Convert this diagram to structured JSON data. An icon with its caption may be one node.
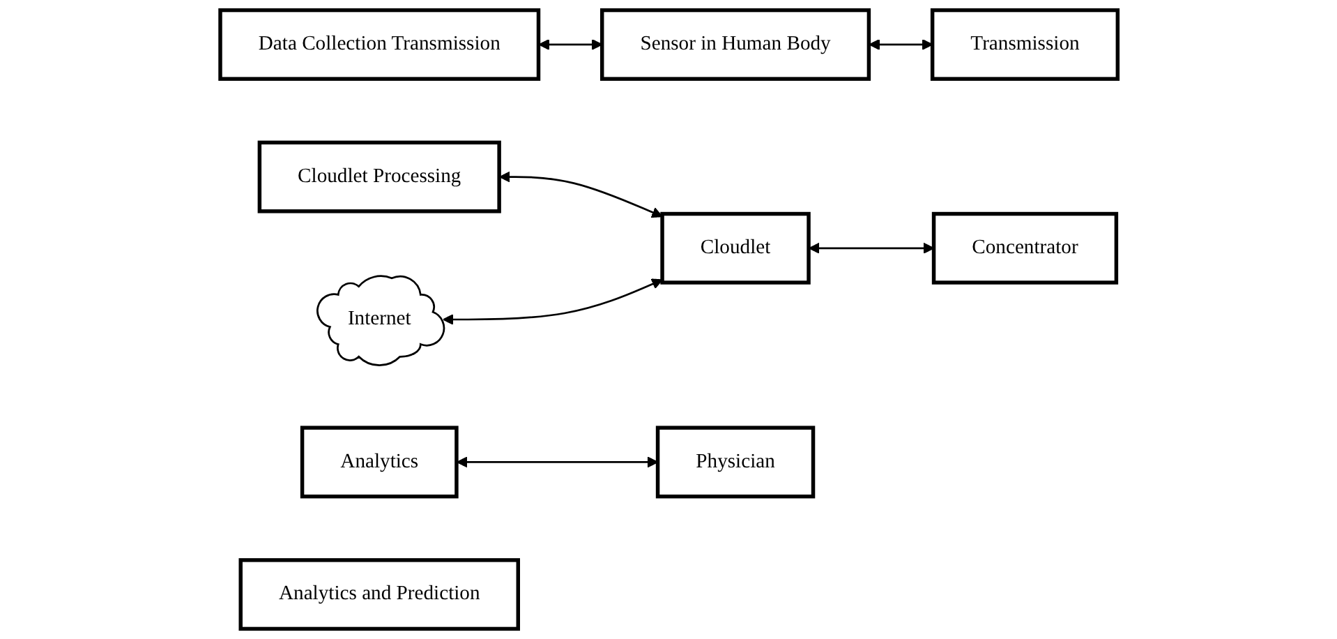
{
  "diagram": {
    "nodes": [
      {
        "text": [
          "Data Collection Transmission"
        ]
      },
      {
        "text": [
          "Sensor in Human Body"
        ]
      },
      {
        "text": [
          "Transmission"
        ]
      },
      {
        "text": [
          "Cloudlet Processing"
        ]
      },
      {
        "text": [
          "Cloudlet"
        ]
      },
      {
        "text": [
          "Concentrator"
        ]
      },
      {
        "text": [
          "Internet"
        ]
      },
      {
        "text": [
          "Analytics"
        ]
      },
      {
        "text": [
          "Physician"
        ]
      },
      {
        "text": [
          "Analytics and Prediction"
        ]
      }
    ],
    "edges": [
      {
        "from": 0,
        "to": 1,
        "arrow": "both"
      },
      {
        "from": 1,
        "to": 2,
        "arrow": "both"
      },
      {
        "from": 3,
        "to": 4,
        "arrow": "both"
      },
      {
        "from": 4,
        "to": 5,
        "arrow": "both"
      },
      {
        "from": 6,
        "to": 4,
        "arrow": "both"
      },
      {
        "from": 7,
        "to": 8,
        "arrow": "both"
      }
    ]
  }
}
